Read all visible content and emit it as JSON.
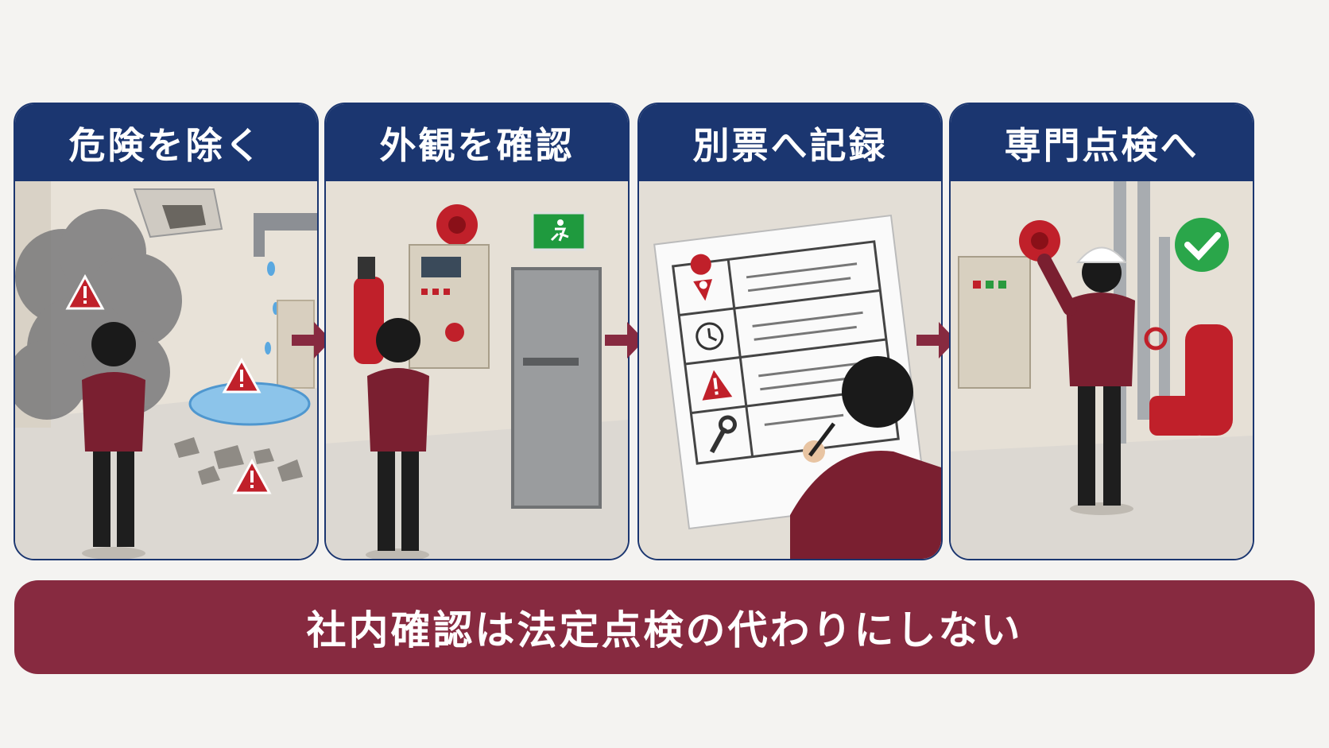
{
  "steps": [
    {
      "title": "危険を除く"
    },
    {
      "title": "外観を確認"
    },
    {
      "title": "別票へ記録"
    },
    {
      "title": "専門点検へ"
    }
  ],
  "banner": {
    "text": "社内確認は法定点検の代わりにしない"
  },
  "colors": {
    "header_navy": "#1b3670",
    "banner_maroon": "#872a40",
    "arrow_maroon": "#872a40",
    "warning_red": "#c0202a",
    "check_green": "#2aa64a",
    "exit_green": "#1f9a3e"
  },
  "icons": [
    "warning-icon",
    "map-pin-icon",
    "clock-icon",
    "wrench-icon",
    "check-icon",
    "exit-sign-icon"
  ]
}
